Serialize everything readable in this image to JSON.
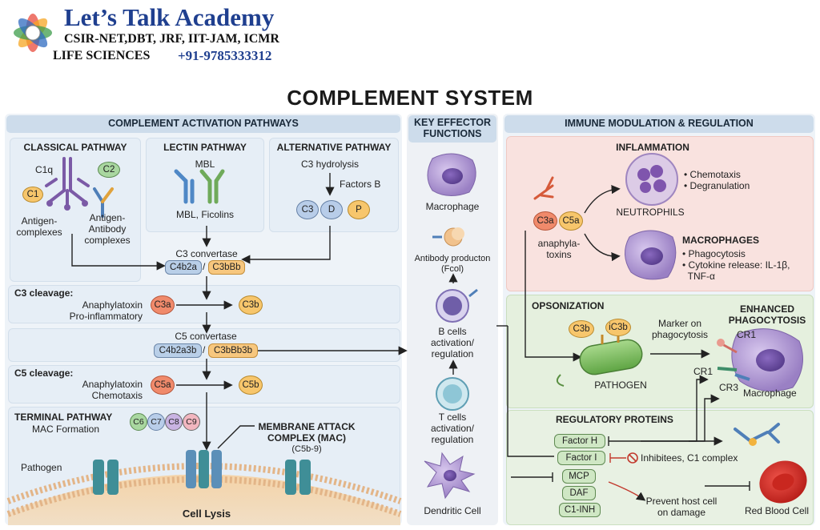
{
  "logo": {
    "title": "Let’s Talk Academy",
    "subtitle": "CSIR-NET,DBT, JRF, IIT-JAM, ICMR",
    "line3": "LIFE SCIENCES",
    "phone": "+91-9785333312"
  },
  "title": "COMPLEMENT SYSTEM",
  "activation": {
    "header": "COMPLEMENT ACTIVATION PATHWAYS",
    "classical": {
      "title": "CLASSICAL PATHWAY",
      "c1q": "C1q",
      "c1": "C1",
      "c2": "C2",
      "antigen_complexes": "Antigen-\ncomplexes",
      "antigen_antibody": "Antigen-\nAntibody\ncomplexes"
    },
    "lectin": {
      "title": "LECTIN PATHWAY",
      "mbl": "MBL",
      "mbl_ficolins": "MBL, Ficolins"
    },
    "alternative": {
      "title": "ALTERNATIVE PATHWAY",
      "c3_hydrolysis": "C3 hydrolysis",
      "factors_b": "Factors B",
      "c3": "C3",
      "d": "D",
      "p": "P"
    },
    "c3_convertase": {
      "label": "C3 convertase",
      "left": "C4b2a",
      "sep": "/",
      "right": "C3bBb"
    },
    "c3_cleavage": {
      "label": "C3 cleavage:",
      "desc1": "Anaphylatoxin",
      "desc2": "Pro-inflammatory",
      "a": "C3a",
      "b": "C3b"
    },
    "c5_convertase": {
      "label": "C5 convertase",
      "left": "C4b2a3b",
      "sep": "/",
      "right": "C3bBb3b"
    },
    "c5_cleavage": {
      "label": "C5 cleavage:",
      "desc1": "Anaphylatoxin",
      "desc2": "Chemotaxis",
      "a": "C5a",
      "b": "C5b"
    },
    "terminal": {
      "title": "TERMINAL PATHWAY",
      "subtitle": "MAC Formation",
      "c6": "C6",
      "c7": "C7",
      "c8": "C8",
      "c9": "C9",
      "mac_title": "MEMBRANE ATTACK\nCOMPLEX (MAC)",
      "mac_sub": "(C5b-9)",
      "pathogen": "Pathogen",
      "cell_lysis": "Cell Lysis"
    }
  },
  "effector": {
    "header": "KEY EFFECTOR\nFUNCTIONS",
    "macrophage": "Macrophage",
    "antibody_production": "Antibody producton\n(Fcol)",
    "b_cells": "B cells\nactivation/\nregulation",
    "t_cells": "T cells\nactivation/\nregulation",
    "dendritic": "Dendritic Cell"
  },
  "modulation": {
    "header": "IMMUNE MODULATION & REGULATION",
    "inflammation": {
      "title": "INFLAMMATION",
      "c3a": "C3a",
      "c5a": "C5a",
      "anaphylatoxins": "anaphyla-\ntoxins",
      "neutrophil_bullets": "• Chemotaxis\n• Degranulation",
      "neutrophils": "NEUTROPHILS",
      "macrophages": "MACROPHAGES",
      "macrophage_bullets": "• Phagocytosis\n• Cytokine release: IL-1β,\n  TNF-α"
    },
    "opsonization": {
      "title": "OPSONIZATION",
      "c3b": "C3b",
      "ic3b": "iC3b",
      "marker": "Marker on\nphagocytosis",
      "pathogen": "PATHOGEN",
      "enhanced": "ENHANCED\nPHAGOCYTOSIS",
      "cr1_top": "CR1",
      "cr1_left": "CR1",
      "cr3": "CR3",
      "macrophage": "Macrophage"
    },
    "regulatory": {
      "title": "REGULATORY PROTEINS",
      "factor_h": "Factor H",
      "factor_i": "Factor I",
      "mcp": "MCP",
      "daf": "DAF",
      "c1_inh": "C1-INH",
      "inhibitees": "Inhibitees, C1 complex",
      "prevent": "Prevent host cell\non damage",
      "rbc": "Red Blood Cell"
    }
  },
  "colors": {
    "panel_blue": "#e9f0f7",
    "header_blue": "#cddceb",
    "inflammation_pink": "#f9e2df",
    "opsonization_green": "#e5f0de",
    "regulatory_green": "#e8f1e3",
    "purple_cell": "#a790c9",
    "red_blood": "#d8322a"
  }
}
